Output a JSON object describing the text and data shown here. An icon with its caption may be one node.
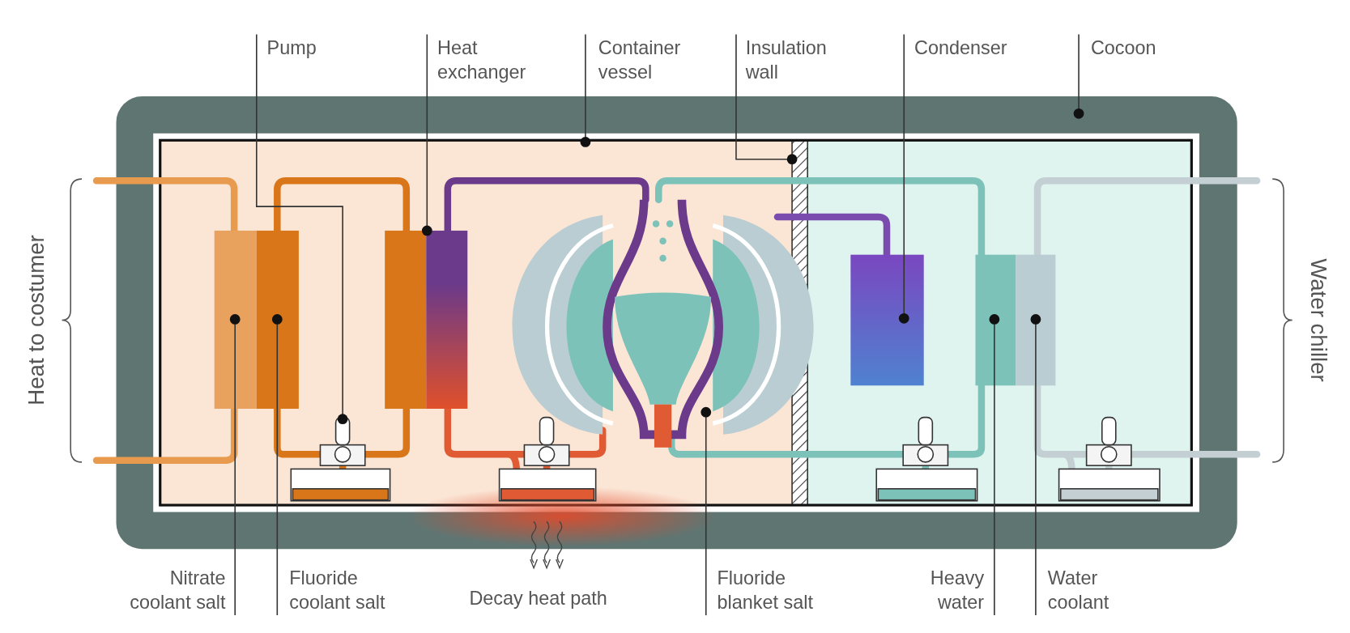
{
  "diagram": {
    "nodes": [
      {
        "text": [
          "Pump"
        ]
      },
      {
        "text": [
          "Heat exchanger"
        ]
      },
      {
        "text": [
          "Container vessel"
        ]
      },
      {
        "text": [
          "Insulation wall"
        ]
      },
      {
        "text": [
          "Condenser"
        ]
      },
      {
        "text": [
          "Cocoon"
        ]
      },
      {
        "text": [
          "Nitrate coolant salt"
        ]
      },
      {
        "text": [
          "Fluoride coolant salt"
        ]
      },
      {
        "text": [
          "Fluoride blanket salt"
        ]
      },
      {
        "text": [
          "Heavy water"
        ]
      },
      {
        "text": [
          "Water coolant"
        ]
      }
    ],
    "edges": [
      {
        "from": 0,
        "to": null,
        "arrow": "other"
      },
      {
        "from": 1,
        "to": null,
        "arrow": "other"
      },
      {
        "from": 2,
        "to": null,
        "arrow": "other"
      },
      {
        "from": 3,
        "to": null,
        "arrow": "other"
      },
      {
        "from": 4,
        "to": null,
        "arrow": "other"
      },
      {
        "from": 5,
        "to": null,
        "arrow": "other"
      },
      {
        "from": 6,
        "to": null,
        "arrow": "other"
      },
      {
        "from": 7,
        "to": null,
        "arrow": "other"
      },
      {
        "from": 8,
        "to": null,
        "arrow": "other"
      },
      {
        "from": 9,
        "to": null,
        "arrow": "other"
      },
      {
        "from": 10,
        "to": null,
        "arrow": "other"
      }
    ],
    "labels": [
      "Heat to costumer",
      "Water chiller",
      "Decay heat path"
    ]
  }
}
